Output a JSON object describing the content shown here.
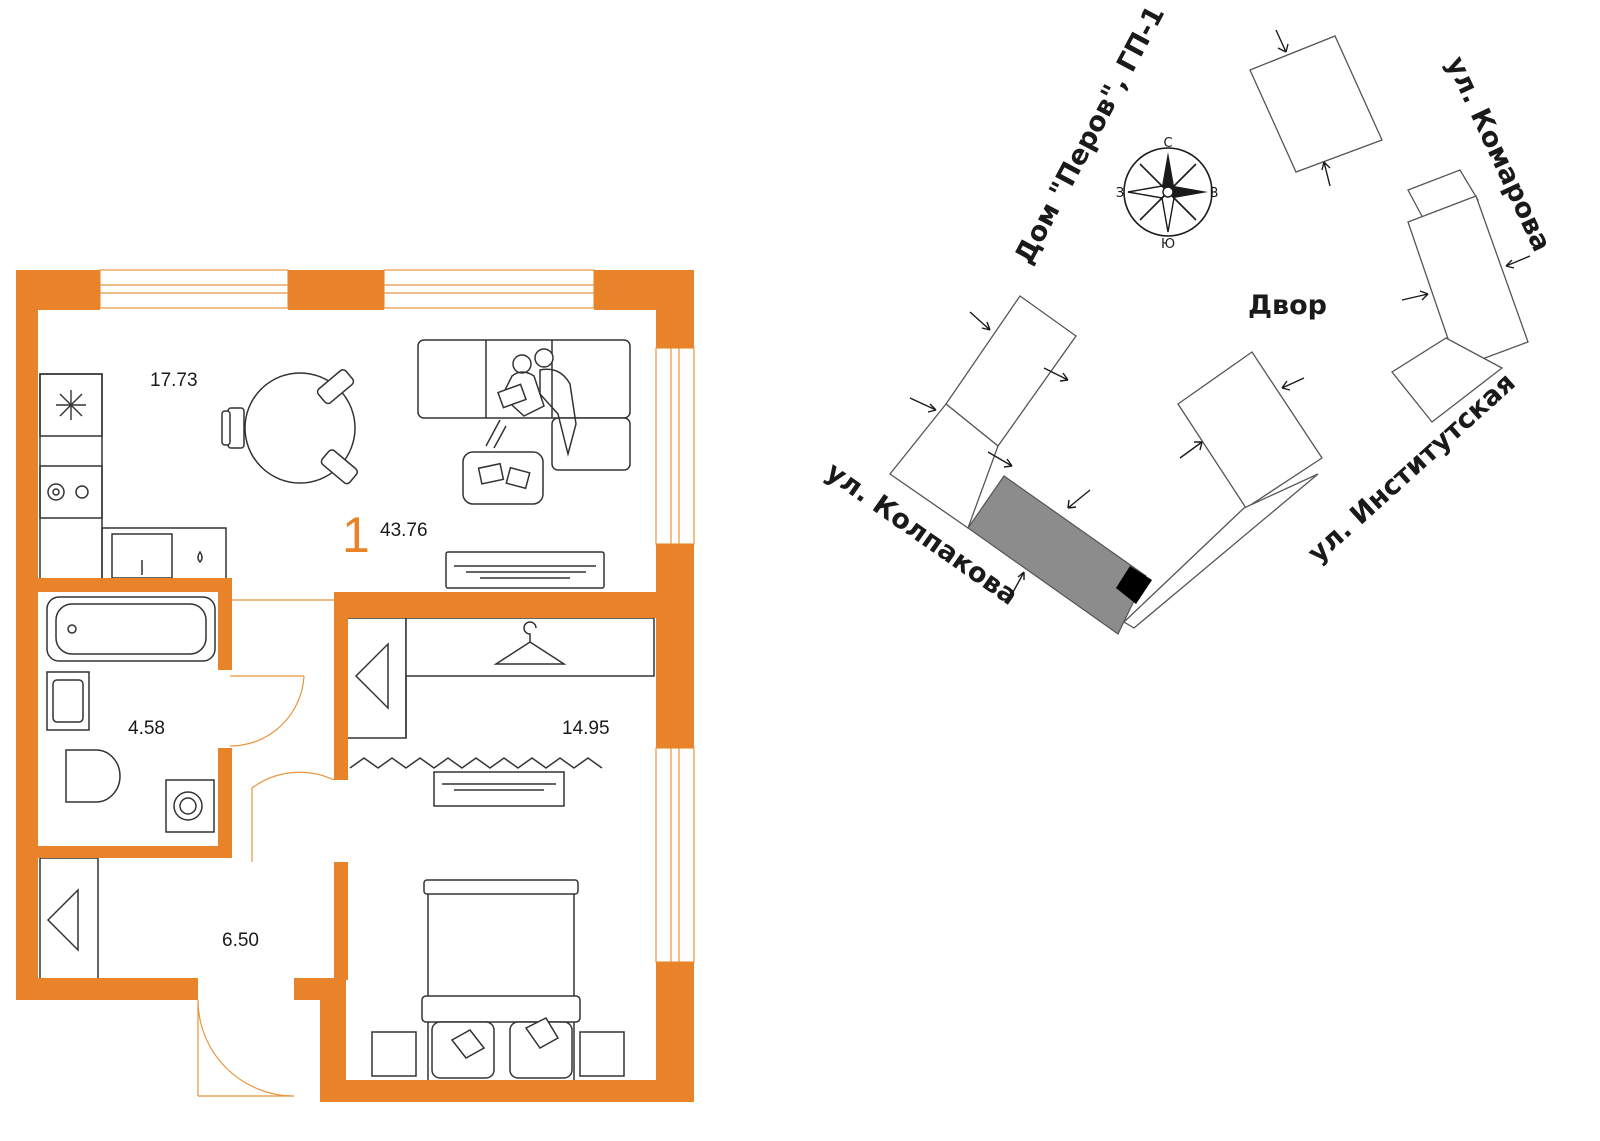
{
  "colors": {
    "wall": "#e8832a",
    "furniture_stroke": "#333333",
    "highlight_building": "#8c8c8c",
    "entrance": "#000000"
  },
  "plan": {
    "rooms_count": "1",
    "total_area": "43.76",
    "areas": {
      "kitchen": "17.73",
      "bathroom": "4.58",
      "bedroom": "14.95",
      "hallway": "6.50"
    }
  },
  "site": {
    "labels": {
      "house": "Дом \"Перов\", ГП-1",
      "courtyard": "Двор",
      "street_komarova": "ул. Комарова",
      "street_institutskaya": "ул. Институтская",
      "street_kolpakova": "ул. Колпакова"
    },
    "compass": {
      "north": "С",
      "south": "Ю",
      "west": "З",
      "east": "В"
    }
  },
  "icons": [
    "snowflake-icon",
    "hanger-icon",
    "compass-rose-icon",
    "entrance-arrow-icon"
  ]
}
